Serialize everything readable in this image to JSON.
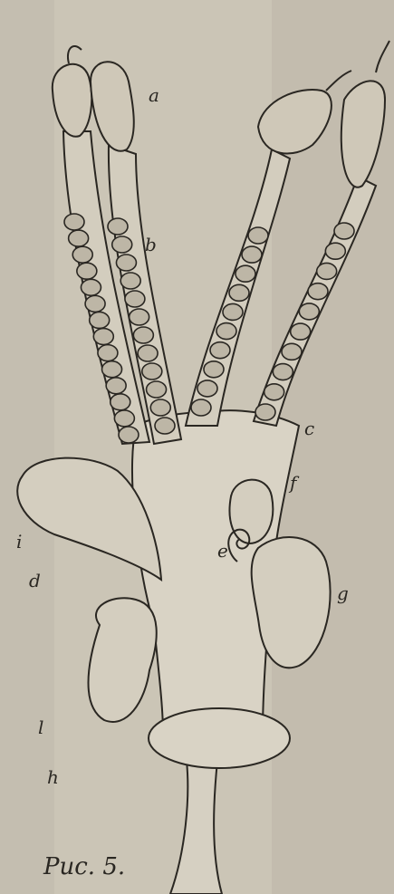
{
  "figure": {
    "caption": "Рис. 5.",
    "labels": {
      "a": "a",
      "b": "b",
      "c": "c",
      "d": "d",
      "e": "e",
      "f": "f",
      "g": "g",
      "h": "h",
      "i": "i",
      "l": "l"
    }
  },
  "palette": {
    "paper": "#cbc5b6",
    "ink": "#2a2722",
    "shade": "#bdb6a6"
  }
}
